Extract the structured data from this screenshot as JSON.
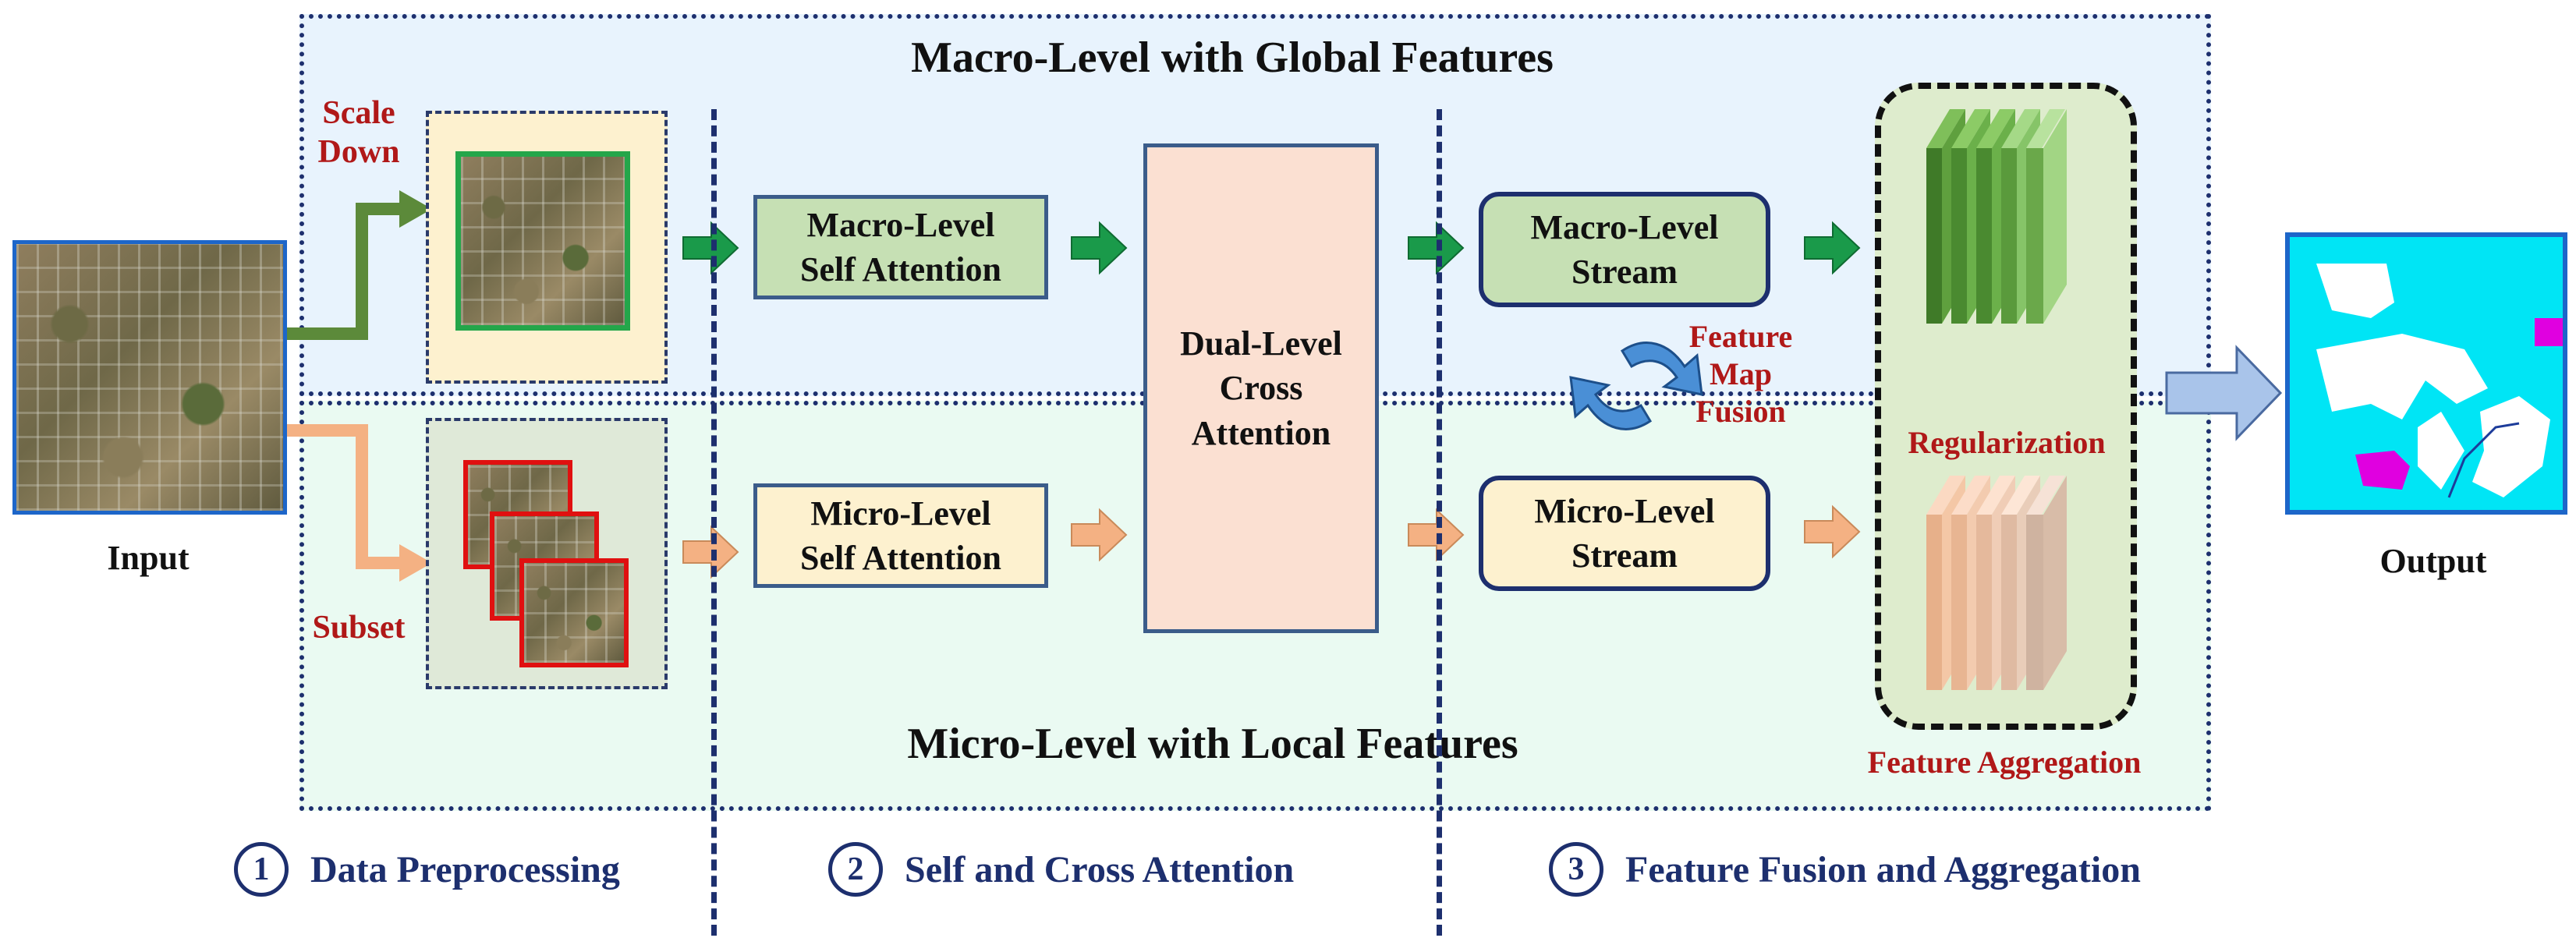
{
  "macro_panel": {
    "title": "Macro-Level with Global Features"
  },
  "micro_panel": {
    "title": "Micro-Level with Local Features"
  },
  "input": {
    "label": "Input"
  },
  "output": {
    "label": "Output"
  },
  "preprocess": {
    "scale_down": "Scale\nDown",
    "subset": "Subset"
  },
  "attention": {
    "macro_self": "Macro-Level\nSelf Attention",
    "micro_self": "Micro-Level\nSelf Attention",
    "cross": "Dual-Level\nCross\nAttention"
  },
  "streams": {
    "macro": "Macro-Level\nStream",
    "micro": "Micro-Level\nStream",
    "fusion": "Feature\nMap\nFusion"
  },
  "aggregation": {
    "regularization": "Regularization",
    "label": "Feature Aggregation"
  },
  "stages": [
    {
      "num": "1",
      "label": "Data Preprocessing"
    },
    {
      "num": "2",
      "label": "Self and Cross Attention"
    },
    {
      "num": "3",
      "label": "Feature Fusion and Aggregation"
    }
  ],
  "colors": {
    "navy": "#1d2f6e",
    "macro_green": "#1a9a4a",
    "micro_peach": "#f4b183",
    "label_red": "#b01818",
    "output_cyan": "#00e5f5",
    "output_magenta": "#e000e0"
  }
}
